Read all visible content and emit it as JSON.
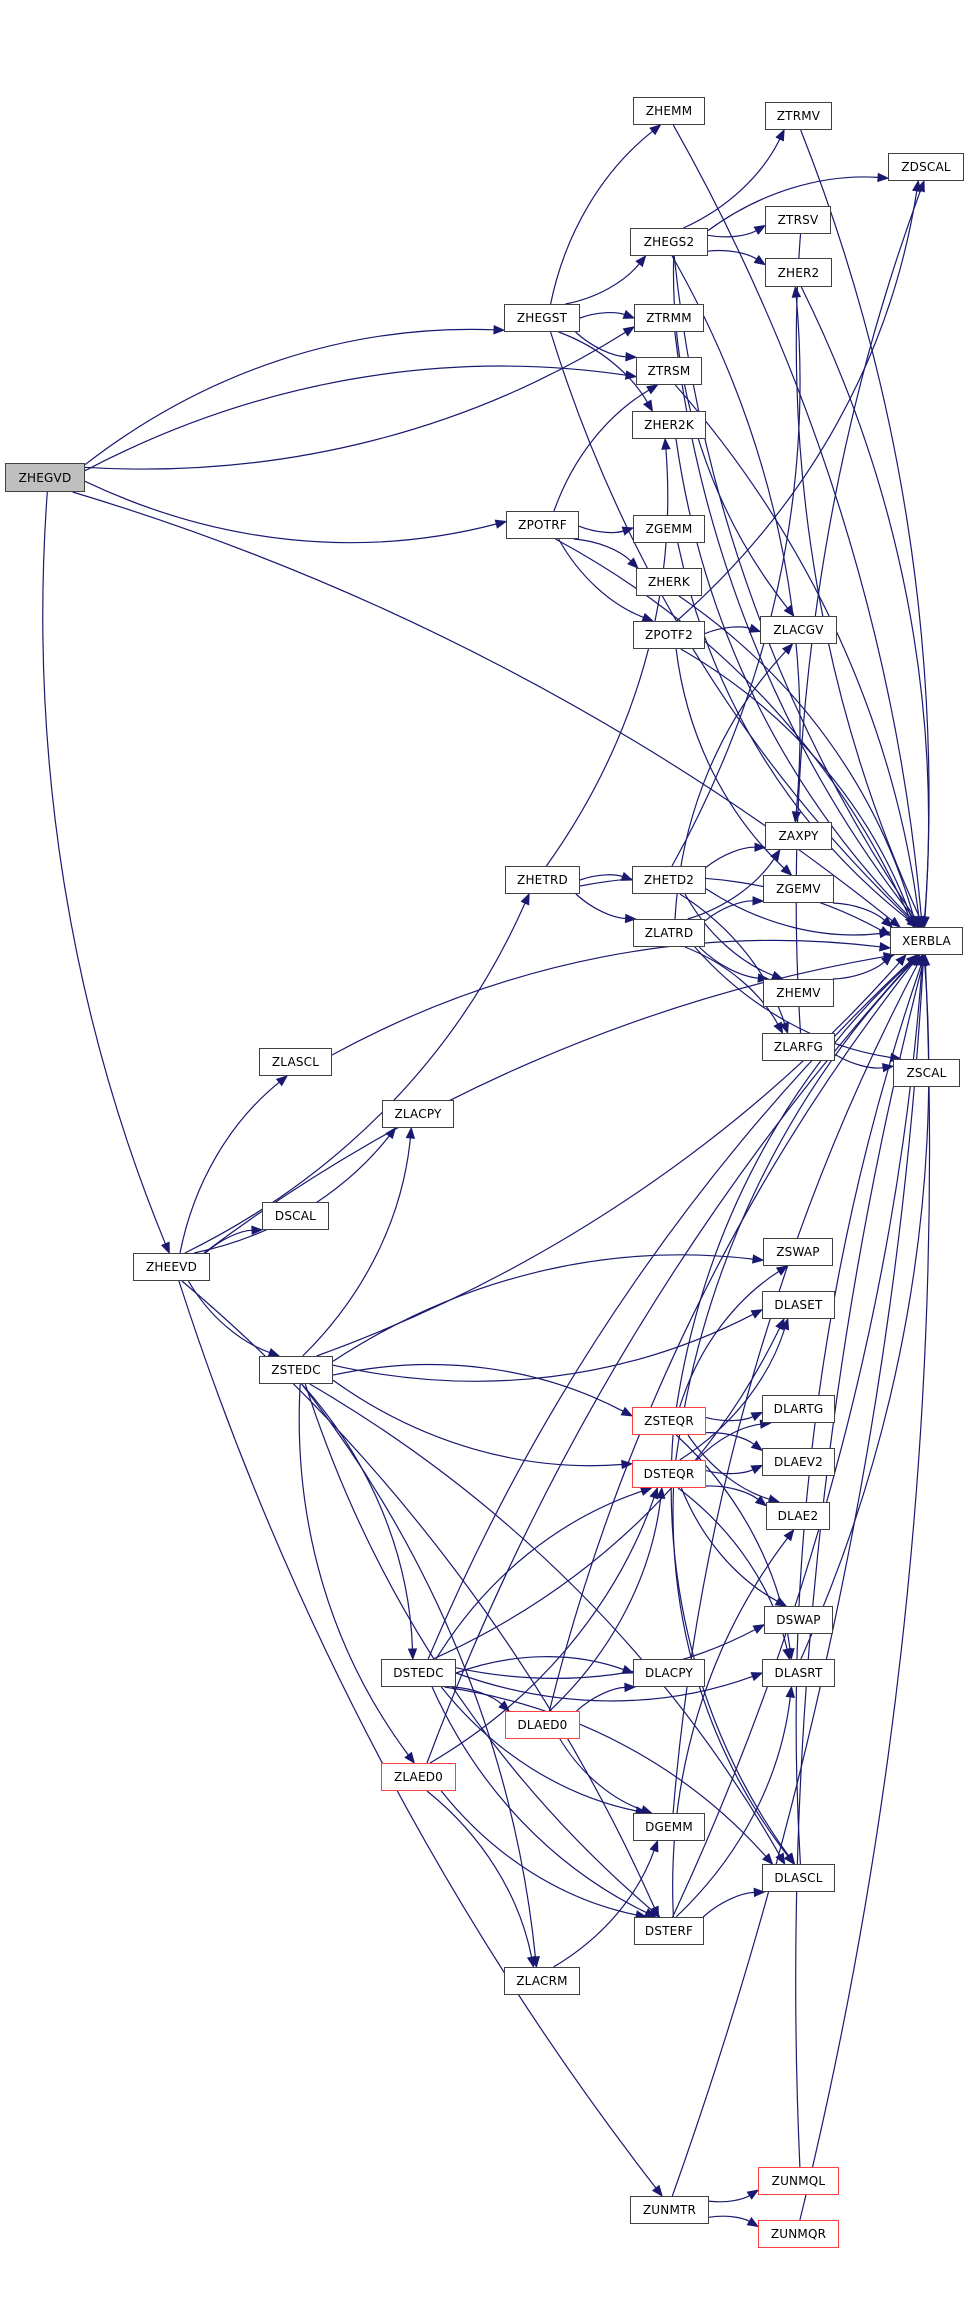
{
  "graph": {
    "title": "ZHEGVD call graph",
    "root": "ZHEGVD",
    "colors": {
      "edge": "#191970",
      "node_border": "#404040",
      "incomplete_border": "#ff4040",
      "root_fill": "#bfbfbf"
    },
    "nodes": [
      {
        "id": "ZHEGVD",
        "label": "ZHEGVD",
        "kind": "root"
      },
      {
        "id": "ZHEGST",
        "label": "ZHEGST",
        "kind": "normal"
      },
      {
        "id": "ZHEMM",
        "label": "ZHEMM",
        "kind": "normal"
      },
      {
        "id": "ZHEGS2",
        "label": "ZHEGS2",
        "kind": "normal"
      },
      {
        "id": "ZTRMV",
        "label": "ZTRMV",
        "kind": "normal"
      },
      {
        "id": "ZDSCAL",
        "label": "ZDSCAL",
        "kind": "normal"
      },
      {
        "id": "ZTRSV",
        "label": "ZTRSV",
        "kind": "normal"
      },
      {
        "id": "ZHER2",
        "label": "ZHER2",
        "kind": "normal"
      },
      {
        "id": "ZTRMM",
        "label": "ZTRMM",
        "kind": "normal"
      },
      {
        "id": "ZTRSM",
        "label": "ZTRSM",
        "kind": "normal"
      },
      {
        "id": "ZHER2K",
        "label": "ZHER2K",
        "kind": "normal"
      },
      {
        "id": "ZPOTRF",
        "label": "ZPOTRF",
        "kind": "normal"
      },
      {
        "id": "ZGEMM",
        "label": "ZGEMM",
        "kind": "normal"
      },
      {
        "id": "ZHERK",
        "label": "ZHERK",
        "kind": "normal"
      },
      {
        "id": "ZPOTF2",
        "label": "ZPOTF2",
        "kind": "normal"
      },
      {
        "id": "ZLACGV",
        "label": "ZLACGV",
        "kind": "normal"
      },
      {
        "id": "ZAXPY",
        "label": "ZAXPY",
        "kind": "normal"
      },
      {
        "id": "ZHETRD",
        "label": "ZHETRD",
        "kind": "normal"
      },
      {
        "id": "ZHETD2",
        "label": "ZHETD2",
        "kind": "normal"
      },
      {
        "id": "ZGEMV",
        "label": "ZGEMV",
        "kind": "normal"
      },
      {
        "id": "ZLATRD",
        "label": "ZLATRD",
        "kind": "normal"
      },
      {
        "id": "XERBLA",
        "label": "XERBLA",
        "kind": "normal"
      },
      {
        "id": "ZHEMV",
        "label": "ZHEMV",
        "kind": "normal"
      },
      {
        "id": "ZLARFG",
        "label": "ZLARFG",
        "kind": "normal"
      },
      {
        "id": "ZSCAL",
        "label": "ZSCAL",
        "kind": "normal"
      },
      {
        "id": "ZLASCL",
        "label": "ZLASCL",
        "kind": "normal"
      },
      {
        "id": "ZLACPY",
        "label": "ZLACPY",
        "kind": "normal"
      },
      {
        "id": "DSCAL",
        "label": "DSCAL",
        "kind": "normal"
      },
      {
        "id": "ZHEEVD",
        "label": "ZHEEVD",
        "kind": "normal"
      },
      {
        "id": "ZSTEDC",
        "label": "ZSTEDC",
        "kind": "normal"
      },
      {
        "id": "ZSWAP",
        "label": "ZSWAP",
        "kind": "normal"
      },
      {
        "id": "DLASET",
        "label": "DLASET",
        "kind": "normal"
      },
      {
        "id": "ZSTEQR",
        "label": "ZSTEQR",
        "kind": "incomplete"
      },
      {
        "id": "DLARTG",
        "label": "DLARTG",
        "kind": "normal"
      },
      {
        "id": "DSTEQR",
        "label": "DSTEQR",
        "kind": "incomplete"
      },
      {
        "id": "DLAEV2",
        "label": "DLAEV2",
        "kind": "normal"
      },
      {
        "id": "DLAE2",
        "label": "DLAE2",
        "kind": "normal"
      },
      {
        "id": "DSWAP",
        "label": "DSWAP",
        "kind": "normal"
      },
      {
        "id": "DSTEDC",
        "label": "DSTEDC",
        "kind": "normal"
      },
      {
        "id": "DLACPY",
        "label": "DLACPY",
        "kind": "normal"
      },
      {
        "id": "DLASRT",
        "label": "DLASRT",
        "kind": "normal"
      },
      {
        "id": "DLAED0",
        "label": "DLAED0",
        "kind": "incomplete"
      },
      {
        "id": "ZLAED0",
        "label": "ZLAED0",
        "kind": "incomplete"
      },
      {
        "id": "DGEMM",
        "label": "DGEMM",
        "kind": "normal"
      },
      {
        "id": "DLASCL",
        "label": "DLASCL",
        "kind": "normal"
      },
      {
        "id": "DSTERF",
        "label": "DSTERF",
        "kind": "normal"
      },
      {
        "id": "ZLACRM",
        "label": "ZLACRM",
        "kind": "normal"
      },
      {
        "id": "ZUNMTR",
        "label": "ZUNMTR",
        "kind": "normal"
      },
      {
        "id": "ZUNMQL",
        "label": "ZUNMQL",
        "kind": "incomplete"
      },
      {
        "id": "ZUNMQR",
        "label": "ZUNMQR",
        "kind": "incomplete"
      }
    ],
    "edges": [
      [
        "ZHEGVD",
        "ZHEGST"
      ],
      [
        "ZHEGVD",
        "ZTRMM"
      ],
      [
        "ZHEGVD",
        "ZTRSM"
      ],
      [
        "ZHEGVD",
        "ZPOTRF"
      ],
      [
        "ZHEGVD",
        "XERBLA"
      ],
      [
        "ZHEGVD",
        "ZHEEVD"
      ],
      [
        "ZHEGST",
        "ZHEMM"
      ],
      [
        "ZHEGST",
        "ZHEGS2"
      ],
      [
        "ZHEGST",
        "ZTRMM"
      ],
      [
        "ZHEGST",
        "ZTRSM"
      ],
      [
        "ZHEGST",
        "ZHER2K"
      ],
      [
        "ZHEGST",
        "XERBLA"
      ],
      [
        "ZHEMM",
        "XERBLA"
      ],
      [
        "ZHEGS2",
        "ZTRMV"
      ],
      [
        "ZHEGS2",
        "ZDSCAL"
      ],
      [
        "ZHEGS2",
        "ZTRSV"
      ],
      [
        "ZHEGS2",
        "ZHER2"
      ],
      [
        "ZHEGS2",
        "ZLACGV"
      ],
      [
        "ZHEGS2",
        "ZAXPY"
      ],
      [
        "ZHEGS2",
        "XERBLA"
      ],
      [
        "ZTRMV",
        "XERBLA"
      ],
      [
        "ZTRSV",
        "XERBLA"
      ],
      [
        "ZHER2",
        "XERBLA"
      ],
      [
        "ZTRMM",
        "XERBLA"
      ],
      [
        "ZTRSM",
        "XERBLA"
      ],
      [
        "ZHER2K",
        "XERBLA"
      ],
      [
        "ZPOTRF",
        "ZTRSM"
      ],
      [
        "ZPOTRF",
        "ZGEMM"
      ],
      [
        "ZPOTRF",
        "ZHERK"
      ],
      [
        "ZPOTRF",
        "ZPOTF2"
      ],
      [
        "ZPOTRF",
        "XERBLA"
      ],
      [
        "ZGEMM",
        "XERBLA"
      ],
      [
        "ZHERK",
        "XERBLA"
      ],
      [
        "ZPOTF2",
        "ZDSCAL"
      ],
      [
        "ZPOTF2",
        "ZLACGV"
      ],
      [
        "ZPOTF2",
        "ZGEMV"
      ],
      [
        "ZPOTF2",
        "XERBLA"
      ],
      [
        "ZHEEVD",
        "ZHETRD"
      ],
      [
        "ZHEEVD",
        "ZLASCL"
      ],
      [
        "ZHEEVD",
        "ZLACPY"
      ],
      [
        "ZHEEVD",
        "DSCAL"
      ],
      [
        "ZHEEVD",
        "ZSTEDC"
      ],
      [
        "ZHEEVD",
        "DSTERF"
      ],
      [
        "ZHEEVD",
        "ZUNMTR"
      ],
      [
        "ZHEEVD",
        "XERBLA"
      ],
      [
        "ZHETRD",
        "ZHER2K"
      ],
      [
        "ZHETRD",
        "ZHETD2"
      ],
      [
        "ZHETRD",
        "ZLATRD"
      ],
      [
        "ZHETRD",
        "XERBLA"
      ],
      [
        "ZHETD2",
        "ZHER2"
      ],
      [
        "ZHETD2",
        "ZAXPY"
      ],
      [
        "ZHETD2",
        "ZHEMV"
      ],
      [
        "ZHETD2",
        "ZLARFG"
      ],
      [
        "ZHETD2",
        "XERBLA"
      ],
      [
        "ZLATRD",
        "ZLACGV"
      ],
      [
        "ZLATRD",
        "ZAXPY"
      ],
      [
        "ZLATRD",
        "ZGEMV"
      ],
      [
        "ZLATRD",
        "ZHEMV"
      ],
      [
        "ZLATRD",
        "ZLARFG"
      ],
      [
        "ZLATRD",
        "ZSCAL"
      ],
      [
        "ZGEMV",
        "XERBLA"
      ],
      [
        "ZHEMV",
        "XERBLA"
      ],
      [
        "ZLARFG",
        "ZDSCAL"
      ],
      [
        "ZLARFG",
        "ZSCAL"
      ],
      [
        "ZLASCL",
        "XERBLA"
      ],
      [
        "ZSTEDC",
        "ZLACPY"
      ],
      [
        "ZSTEDC",
        "ZSWAP"
      ],
      [
        "ZSTEDC",
        "DLASET"
      ],
      [
        "ZSTEDC",
        "ZSTEQR"
      ],
      [
        "ZSTEDC",
        "DSTEQR"
      ],
      [
        "ZSTEDC",
        "DSTEDC"
      ],
      [
        "ZSTEDC",
        "ZLAED0"
      ],
      [
        "ZSTEDC",
        "ZLACRM"
      ],
      [
        "ZSTEDC",
        "DSTERF"
      ],
      [
        "ZSTEDC",
        "DLASCL"
      ],
      [
        "ZSTEDC",
        "XERBLA"
      ],
      [
        "ZSTEQR",
        "ZSWAP"
      ],
      [
        "ZSTEQR",
        "DLARTG"
      ],
      [
        "ZSTEQR",
        "DLAEV2"
      ],
      [
        "ZSTEQR",
        "DLAE2"
      ],
      [
        "ZSTEQR",
        "DLASRT"
      ],
      [
        "ZSTEQR",
        "DLASCL"
      ],
      [
        "ZSTEQR",
        "XERBLA"
      ],
      [
        "DSTEQR",
        "DLASET"
      ],
      [
        "DSTEQR",
        "DLARTG"
      ],
      [
        "DSTEQR",
        "DLAEV2"
      ],
      [
        "DSTEQR",
        "DLAE2"
      ],
      [
        "DSTEQR",
        "DSWAP"
      ],
      [
        "DSTEQR",
        "DLASRT"
      ],
      [
        "DSTEQR",
        "DLASCL"
      ],
      [
        "DSTEQR",
        "XERBLA"
      ],
      [
        "DSTEDC",
        "DLASET"
      ],
      [
        "DSTEDC",
        "DSTEQR"
      ],
      [
        "DSTEDC",
        "DSWAP"
      ],
      [
        "DSTEDC",
        "DLACPY"
      ],
      [
        "DSTEDC",
        "DLASRT"
      ],
      [
        "DSTEDC",
        "DLAED0"
      ],
      [
        "DSTEDC",
        "DGEMM"
      ],
      [
        "DSTEDC",
        "DLASCL"
      ],
      [
        "DSTEDC",
        "DSTERF"
      ],
      [
        "DSTEDC",
        "XERBLA"
      ],
      [
        "DLAED0",
        "DSTEQR"
      ],
      [
        "DLAED0",
        "DLACPY"
      ],
      [
        "DLAED0",
        "DGEMM"
      ],
      [
        "DLAED0",
        "XERBLA"
      ],
      [
        "ZLAED0",
        "DSTEQR"
      ],
      [
        "ZLAED0",
        "ZLACRM"
      ],
      [
        "ZLAED0",
        "DSTERF"
      ],
      [
        "ZLAED0",
        "XERBLA"
      ],
      [
        "ZLACRM",
        "DGEMM"
      ],
      [
        "DSTERF",
        "DLAE2"
      ],
      [
        "DSTERF",
        "DLASRT"
      ],
      [
        "DSTERF",
        "DLASCL"
      ],
      [
        "DSTERF",
        "XERBLA"
      ],
      [
        "DGEMM",
        "XERBLA"
      ],
      [
        "DLASRT",
        "XERBLA"
      ],
      [
        "DLASCL",
        "XERBLA"
      ],
      [
        "ZUNMTR",
        "ZUNMQL"
      ],
      [
        "ZUNMTR",
        "ZUNMQR"
      ],
      [
        "ZUNMTR",
        "XERBLA"
      ],
      [
        "ZUNMQL",
        "XERBLA"
      ],
      [
        "ZUNMQR",
        "XERBLA"
      ]
    ]
  }
}
